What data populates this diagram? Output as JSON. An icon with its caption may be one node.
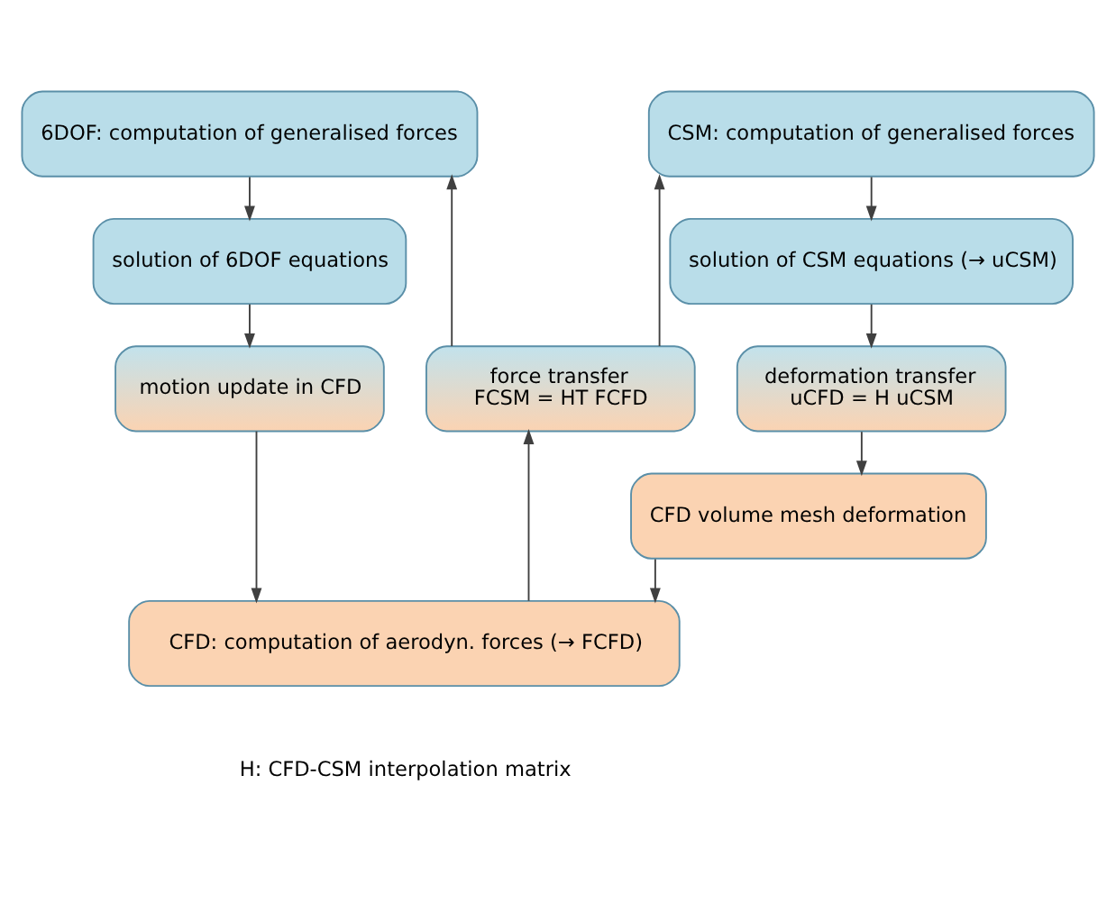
{
  "diagram": {
    "nodes": [
      {
        "text": [
          "6DOF: computation of generalised forces"
        ]
      },
      {
        "text": [
          "CSM: computation of generalised forces"
        ]
      },
      {
        "text": [
          "solution of 6DOF equations"
        ]
      },
      {
        "text": [
          "solution of CSM equations (→ uCSM)"
        ]
      },
      {
        "text": [
          "motion update in CFD"
        ]
      },
      {
        "text": [
          "deformation transfer",
          "uCFD = H uCSM"
        ]
      },
      {
        "text": [
          "CFD volume mesh deformation"
        ]
      },
      {
        "text": [
          "force transfer",
          "FCSM = HT FCFD"
        ]
      },
      {
        "text": [
          "CFD: computation of aerodyn. forces (→ FCFD)"
        ]
      }
    ],
    "edges": [
      {
        "from": 0,
        "to": 2,
        "arrow": "to"
      },
      {
        "from": 2,
        "to": 4,
        "arrow": "to"
      },
      {
        "from": 4,
        "to": 8,
        "arrow": "to"
      },
      {
        "from": 1,
        "to": 3,
        "arrow": "to"
      },
      {
        "from": 3,
        "to": 5,
        "arrow": "to"
      },
      {
        "from": 5,
        "to": 6,
        "arrow": "to"
      },
      {
        "from": 6,
        "to": 8,
        "arrow": "to"
      },
      {
        "from": 8,
        "to": 7,
        "arrow": "to"
      },
      {
        "from": 7,
        "to": 0,
        "arrow": "to"
      },
      {
        "from": 7,
        "to": 1,
        "arrow": "to"
      }
    ],
    "labels": [
      "H: CFD-CSM interpolation matrix"
    ]
  }
}
